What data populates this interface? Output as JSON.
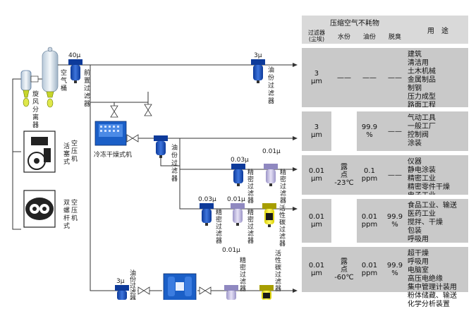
{
  "left": {
    "cyclone_label": [
      "旋",
      "风",
      "分",
      "离",
      "器"
    ],
    "tank_label": [
      "空",
      "气",
      "桶"
    ],
    "piston_label": [
      "活",
      "塞",
      "式"
    ],
    "piston_label2": [
      "空",
      "压",
      "机"
    ],
    "screw_label": [
      "双",
      "螺",
      "杆",
      "式"
    ],
    "screw_label2": [
      "空",
      "压",
      "机"
    ]
  },
  "line1": {
    "pre_size": "40μ",
    "pre_label": [
      "前",
      "置",
      "过",
      "滤",
      "器"
    ],
    "oil_size": "3μ",
    "oil_label": [
      "油",
      "份",
      "过",
      "滤",
      "器"
    ]
  },
  "line2": {
    "dryer_label": "冷冻干燥式机",
    "oil_label": [
      "油",
      "份",
      "过",
      "滤",
      "器"
    ],
    "s1": "0.03μ",
    "s2": "0.01μ",
    "f1_label": [
      "精",
      "密",
      "过",
      "滤",
      "器"
    ],
    "f2_label": [
      "精",
      "密",
      "过",
      "滤",
      "器"
    ]
  },
  "line3": {
    "s1": "0.03μ",
    "s2": "0.01μ",
    "f1_label": [
      "精",
      "密",
      "过",
      "滤",
      "器"
    ],
    "f2_label": [
      "精",
      "密",
      "过",
      "滤",
      "器"
    ],
    "carbon_label": [
      "活",
      "性",
      "碳",
      "过",
      "滤",
      "器"
    ]
  },
  "line4": {
    "s1": "3μ",
    "s2": "0.01μ",
    "oil_label": [
      "油",
      "份",
      "过",
      "滤",
      "器"
    ],
    "f_label": [
      "精",
      "密",
      "过",
      "滤",
      "器"
    ],
    "carbon_label": [
      "活",
      "性",
      "碳",
      "过",
      "滤",
      "器"
    ]
  },
  "table": {
    "title": "压缩空气不耗物",
    "headers": {
      "filter": "过滤器\n(尘埃)",
      "water": "水份",
      "oil": "油份",
      "odor": "脱臭",
      "use": "用　途"
    },
    "rows": [
      {
        "filter": "3\nμm",
        "water": "——",
        "oil": "——",
        "odor": "——",
        "use": [
          "建筑",
          "清洁用",
          "土木机械",
          "金属制品",
          "制钢",
          "压力成型",
          "路面工程"
        ]
      },
      {
        "filter": "3\nμm",
        "water": "",
        "oil": "99.9\n%",
        "odor": "——",
        "use": [
          "气动工具",
          "一般工厂",
          "控制阀",
          "涂装"
        ]
      },
      {
        "filter": "0.01\nμm",
        "water": "露\n点\n-23℃",
        "oil": "0.1\nppm",
        "odor": "——",
        "use": [
          "仪器",
          "静电涂装",
          "精密工业",
          "精密零件干燥",
          "电子工业"
        ]
      },
      {
        "filter": "0.01\nμm",
        "water": "",
        "oil": "0.01\nppm",
        "odor": "99.9\n%",
        "use": [
          "食品工业、输送",
          "医药工业",
          "搅拌、干燥",
          "包装",
          "呼吸用"
        ]
      },
      {
        "filter": "0.01\nμm",
        "water": "露\n点\n-60℃",
        "oil": "0.01\nppm",
        "odor": "99.9\n%",
        "use": [
          "超干燥",
          "呼吸用",
          "电脑室",
          "高压电绝缘",
          "集中管理计装用",
          "粉体储藏、输送",
          "化学分析装置"
        ]
      }
    ]
  },
  "colors": {
    "filter_blue": "#1f4fb5",
    "filter_purple": "#b8b2d8",
    "carbon_yellow": "#f2e600",
    "pipe": "#333333",
    "table_bg": "#c9c9c9"
  }
}
